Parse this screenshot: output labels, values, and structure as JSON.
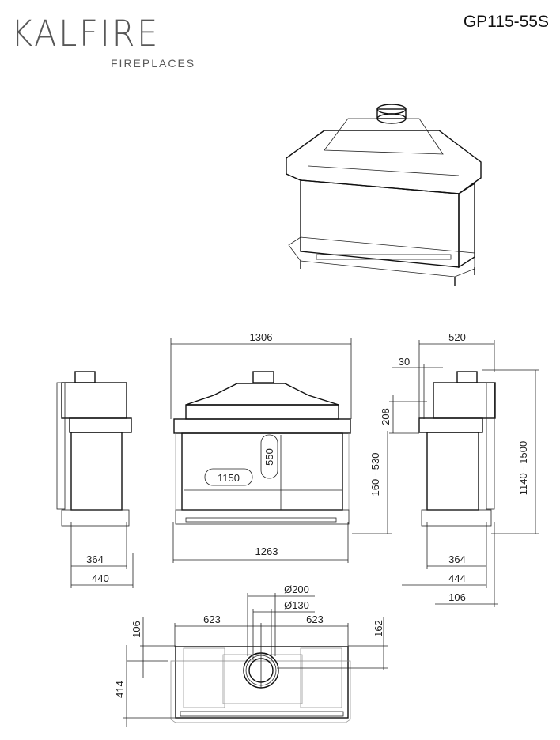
{
  "header": {
    "brand": "KALFIRE",
    "brand_sub": "FIREPLACES",
    "model": "GP115-55S"
  },
  "front_view": {
    "overall_width": "1306",
    "base_width": "1263",
    "glass_width": "1150",
    "glass_height": "550",
    "floor_height": "160 - 530"
  },
  "left_view": {
    "depth_inner": "364",
    "depth_outer": "440"
  },
  "right_view": {
    "top_depth": "520",
    "offset": "30",
    "hood_height": "208",
    "total_height": "1140 - 1500",
    "depth_inner": "364",
    "depth_mid": "444",
    "rear_offset": "106"
  },
  "top_view": {
    "flue_outer": "Ø200",
    "flue_inner": "Ø130",
    "left_to_center": "623",
    "right_to_center": "623",
    "front_offset": "106",
    "flue_offset": "162",
    "depth": "414"
  }
}
